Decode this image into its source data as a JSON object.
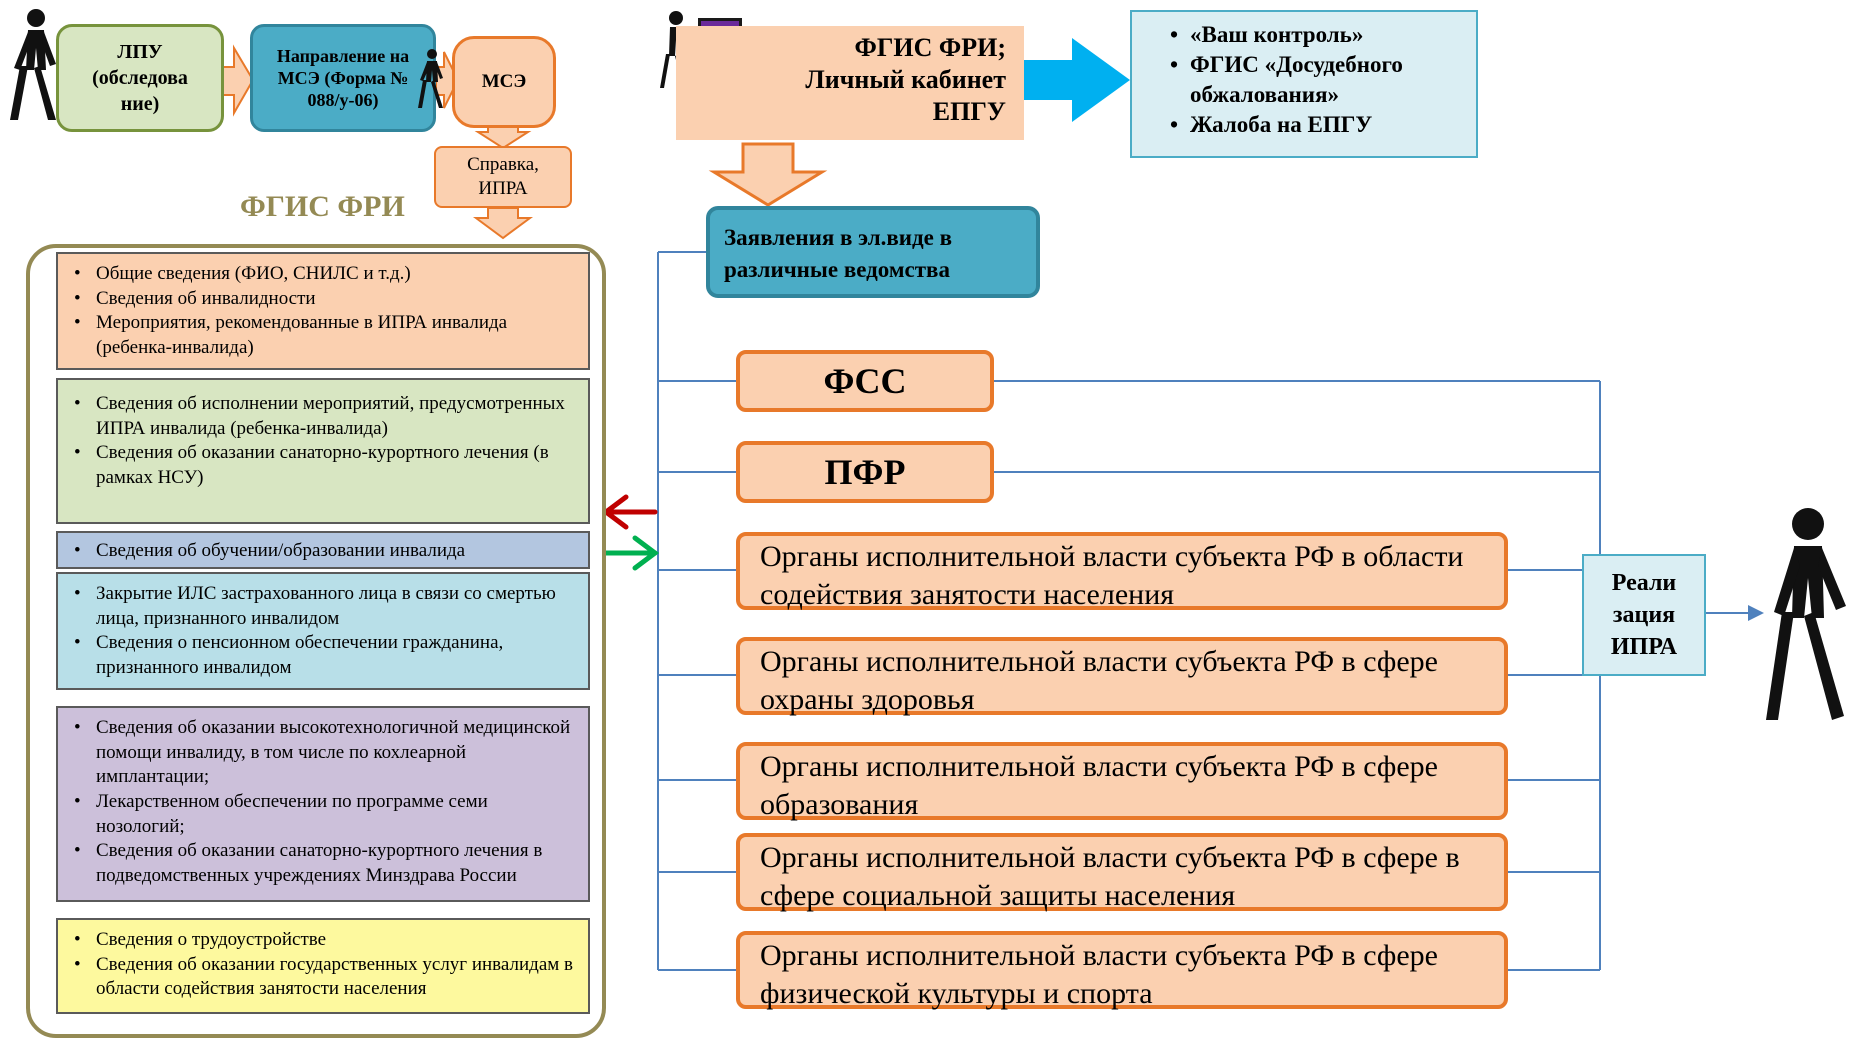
{
  "flow": {
    "lpu_label": "ЛПУ (обследова ние)",
    "direction_label": "Направление на МСЭ (Форма № 088/у-06)",
    "mse_label": "МСЭ",
    "spravka_label": "Справка, ИПРА",
    "fgis_fri_title": "ФГИС ФРИ"
  },
  "panel": {
    "sections": [
      {
        "color": "#fbd0b0",
        "items": [
          "Общие сведения (ФИО, СНИЛС и т.д.)",
          "Сведения об инвалидности",
          "Мероприятия, рекомендованные в ИПРА инвалида (ребенка-инвалида)"
        ]
      },
      {
        "color": "#d8e6c2",
        "items": [
          "Сведения об исполнении мероприятий, предусмотренных ИПРА инвалида (ребенка-инвалида)",
          "Сведения об оказании санаторно-курортного лечения (в рамках НСУ)"
        ]
      },
      {
        "color": "#b3c6e0",
        "items": [
          "Сведения об обучении/образовании инвалида"
        ]
      },
      {
        "color": "#b8dfe8",
        "items": [
          "Закрытие ИЛС застрахованного лица в связи со смертью лица, признанного инвалидом",
          "Сведения о пенсионном обеспечении гражданина, признанного инвалидом"
        ]
      },
      {
        "color": "#ccc0da",
        "items": [
          "Сведения об оказании высокотехнологичной медицинской помощи инвалиду, в том числе по кохлеарной имплантации;",
          "Лекарственном обеспечении по программе семи нозологий;",
          "Сведения об оказании санаторно-курортного лечения в подведомственных учреждениях Минздрава России"
        ]
      },
      {
        "color": "#fdf99e",
        "items": [
          "Сведения о трудоустройстве",
          "Сведения об оказании государственных услуг инвалидам в области содействия занятости населения"
        ]
      }
    ]
  },
  "cabinet": {
    "label_line1": "ФГИС ФРИ;",
    "label_line2": "Личный кабинет",
    "label_line3": "ЕПГУ"
  },
  "complaints": {
    "items": [
      "«Ваш контроль»",
      "ФГИС «Досудебного обжалования»",
      "Жалоба на ЕПГУ"
    ]
  },
  "applications": {
    "label": "Заявления в эл.виде в различные ведомства"
  },
  "agencies": {
    "fss": "ФСС",
    "pfr": "ПФР",
    "orgs": [
      "Органы исполнительной власти субъекта РФ  в области содействия занятости населения",
      "Органы исполнительной власти субъекта РФ в сфере охраны здоровья",
      "Органы исполнительной власти субъекта РФ в сфере образования",
      "Органы исполнительной власти субъекта РФ в сфере в сфере социальной защиты населения",
      "Органы исполнительной власти субъекта РФ в сфере физической культуры и спорта"
    ]
  },
  "result": {
    "label": "Реали зация ИПРА"
  },
  "colors": {
    "orange_fill": "#fbd0b0",
    "orange_border": "#e8792a",
    "green_fill": "#d8e6c2",
    "green_border": "#77933c",
    "teal_fill": "#4bacc6",
    "teal_border": "#31859c",
    "light_blue": "#daeef3",
    "line_blue": "#4f81bd",
    "arrow_cyan": "#00b0f0",
    "red_arrow": "#c00000",
    "green_arrow": "#00b050"
  }
}
